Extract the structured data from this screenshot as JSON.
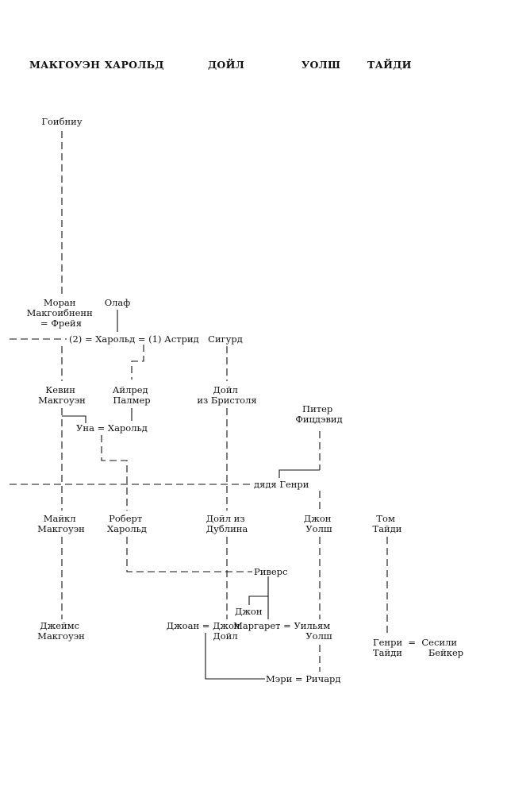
{
  "headers": [
    "МАКГОУЭН",
    "ХАРОЛЬД",
    "ДОЙЛ",
    "УОЛШ",
    "ТАЙДИ"
  ],
  "names": {
    "goibniu": "Гоибниу",
    "moran": [
      "Моран",
      "Макгоибненн",
      "= Фрейя"
    ],
    "olaf": "Олаф",
    "harold_line": "(2) = Харольд = (1) Астрид",
    "sigurd": "Сигурд",
    "kevin": [
      "Кевин",
      "Макгоуэн"
    ],
    "ailred": [
      "Айлред",
      "Палмер"
    ],
    "doyle_bristol": [
      "Дойл",
      "из Бристоля"
    ],
    "peter": [
      "Питер",
      "Фицдэвид"
    ],
    "una": "Уна = Харольд",
    "uncle_henry": "дядя Генри",
    "michael": [
      "Майкл",
      "Макгоуэн"
    ],
    "robert": [
      "Роберт",
      "Харольд"
    ],
    "doyle_dublin": [
      "Дойл из",
      "Дублина"
    ],
    "john_walsh": [
      "Джон",
      "Уолш"
    ],
    "tom": [
      "Том",
      "Тайди"
    ],
    "rivers": "Риверс",
    "john": "Джон",
    "james": [
      "Джеймс",
      "Макгоуэн"
    ],
    "joan": [
      "Джоан = Джон",
      "Дойл"
    ],
    "margaret": [
      "Маргарет = Уильям",
      "Уолш"
    ],
    "henry_tidy": [
      "Генри  =  Сесили",
      "Тайди         Бейкер"
    ],
    "mary": "Мэри = Ричард"
  }
}
